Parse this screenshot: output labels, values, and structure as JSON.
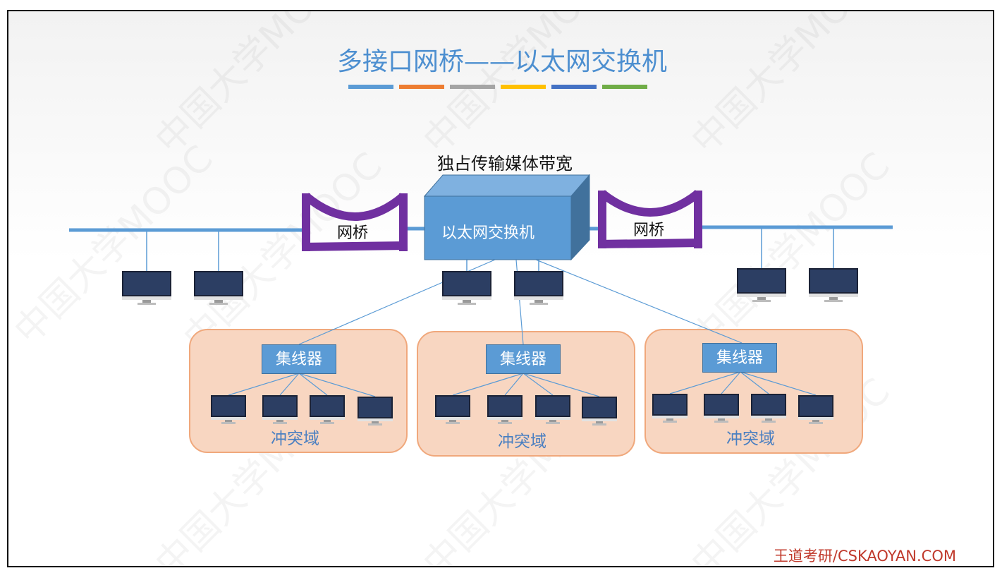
{
  "title": "多接口网桥——以太网交换机",
  "title_bar_colors": [
    "#5b9bd5",
    "#ed7d31",
    "#a5a5a5",
    "#ffc000",
    "#4472c4",
    "#70ad47"
  ],
  "caption": "独占传输媒体带宽",
  "switch_label": "以太网交换机",
  "bridges": [
    {
      "label": "网桥"
    },
    {
      "label": "网桥"
    }
  ],
  "domains": [
    {
      "hub": "集线器",
      "label": "冲突域"
    },
    {
      "hub": "集线器",
      "label": "冲突域"
    },
    {
      "hub": "集线器",
      "label": "冲突域"
    }
  ],
  "footer": "王道考研/CSKAOYAN.COM",
  "watermark": "中国大学MOOC",
  "colors": {
    "title": "#4d8fd0",
    "bridge": "#7030a0",
    "bus": "#5b9bd5",
    "domain_fill": "#f8d6c1",
    "domain_border": "#f0a87c",
    "footer": "#c0392b"
  },
  "icons": [
    "monitor-icon",
    "bridge-icon",
    "switch-box-icon",
    "hub-icon"
  ]
}
